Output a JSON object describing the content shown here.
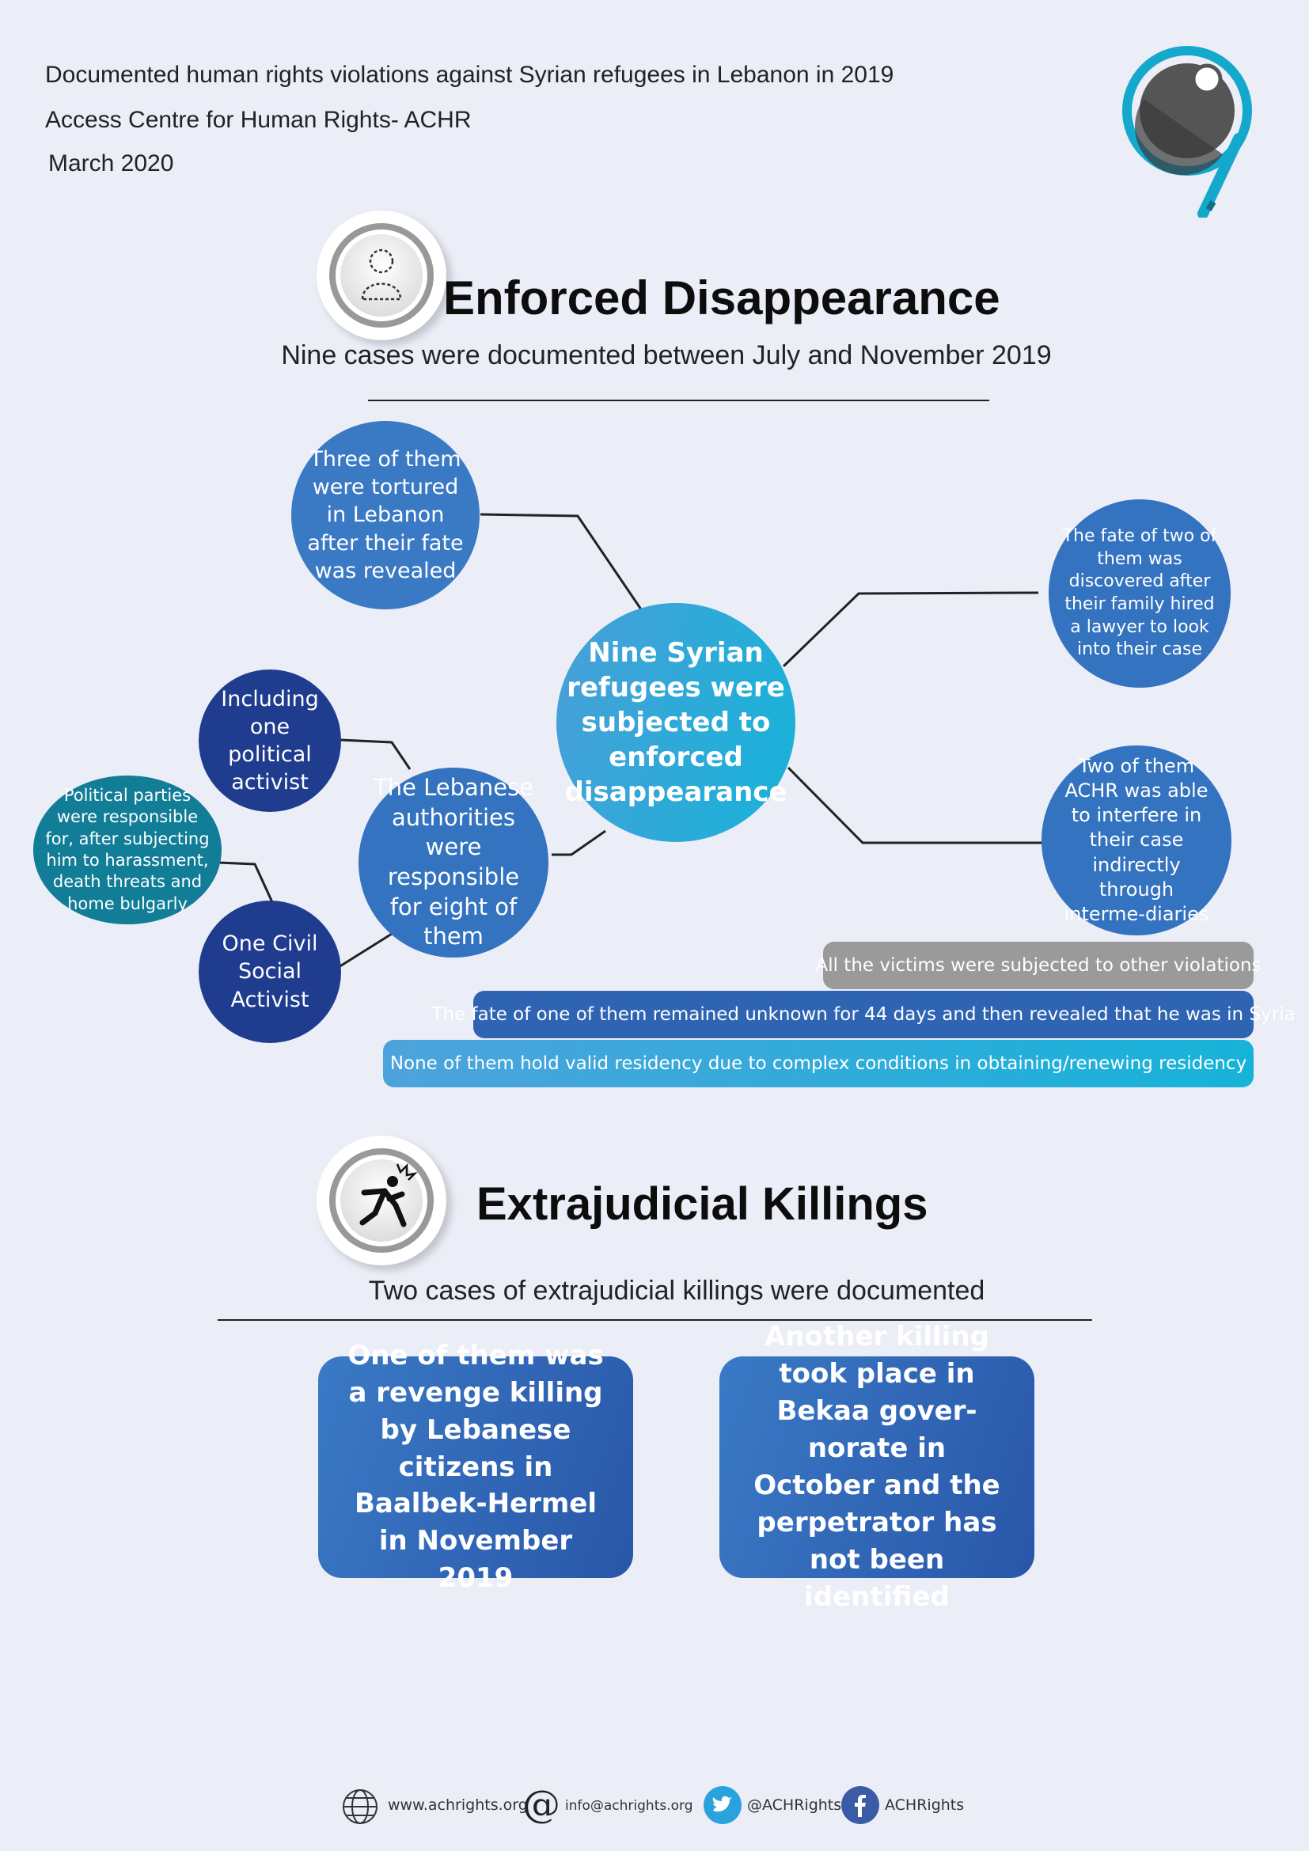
{
  "header": {
    "line1": "Documented human rights violations against Syrian refugees in Lebanon in 2019",
    "line2": "Access Centre for Human Rights- ACHR",
    "line3": "March 2020"
  },
  "section1": {
    "title": "Enforced Disappearance",
    "subtitle": "Nine cases were documented between July and November 2019",
    "center": "Nine Syrian refugees were subjected to enforced disappearance",
    "tortured": "Three of them were tortured in Lebanon after their fate was revealed",
    "lawyer": "The fate of two of them was discovered after their family hired a lawyer to look into their case",
    "intermediaries": "Two of them ACHR was able to interfere in their case indirectly through interme-diaries",
    "authorities": "The Lebanese authorities were responsible for eight of them",
    "political_activist": "Including one political activist",
    "civil_activist": "One Civil Social Activist",
    "parties": "Political parties were responsible for, after subjecting him to harassment, death threats and home bulgarly",
    "bars": [
      "All the victims were subjected to other violations",
      "The fate of one of them remained unknown for 44 days and then revealed that he was in Syria",
      "None of them hold valid residency due to complex conditions in obtaining/renewing residency"
    ]
  },
  "section2": {
    "title": "Extrajudicial Killings",
    "subtitle": "Two cases of extrajudicial killings were documented",
    "card1": "One of them was a revenge killing by Lebanese citizens in Baalbek-Hermel in November 2019",
    "card2": "Another killing took place in Bekaa gover-norate in October and the perpetrator has not been identified"
  },
  "footer": {
    "website": "www.achrights.org",
    "email": "info@achrights.org",
    "twitter": "@ACHRights",
    "facebook": "ACHRights"
  },
  "colors": {
    "background": "#ebedf7",
    "blue": "#3a79c4",
    "navy": "#1f3c8e",
    "teal": "#117d96",
    "cyan": "#16b3d9",
    "grey_bar": "#9a9a9a"
  },
  "icons": [
    "logo-eye-icon",
    "missing-person-icon",
    "falling-person-icon",
    "globe-icon",
    "at-icon",
    "twitter-icon",
    "facebook-icon"
  ]
}
